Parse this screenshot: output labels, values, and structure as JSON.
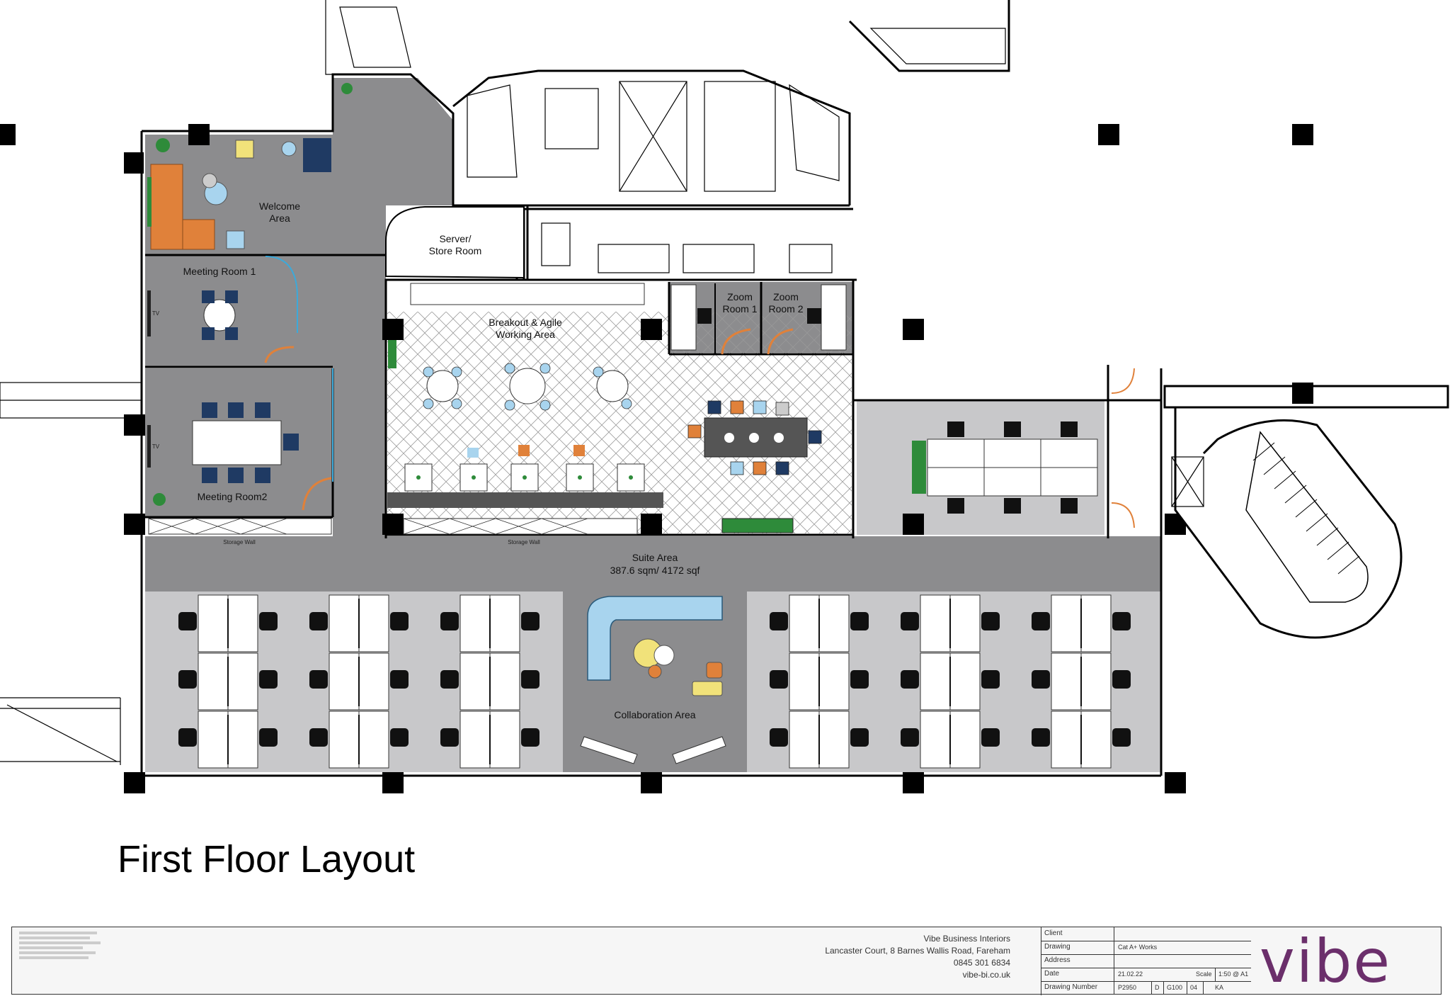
{
  "labels": {
    "welcome_area_1": "Welcome",
    "welcome_area_2": "Area",
    "server_1": "Server/",
    "server_2": "Store Room",
    "meeting_room_1": "Meeting Room 1",
    "meeting_room_2": "Meeting Room2",
    "breakout_1": "Breakout & Agile",
    "breakout_2": "Working Area",
    "zoom1_1": "Zoom",
    "zoom1_2": "Room 1",
    "zoom2_1": "Zoom",
    "zoom2_2": "Room 2",
    "storage_wall_1": "Storage Wall",
    "storage_wall_2": "Storage Wall",
    "suite_area": "Suite Area",
    "suite_size": "387.6 sqm/ 4172 sqf",
    "collaboration_area": "Collaboration Area",
    "tv_1": "TV",
    "tv_2": "TV"
  },
  "page_title": "First Floor Layout",
  "title_block": {
    "company_name": "Vibe Business Interiors",
    "company_address": "Lancaster Court, 8 Barnes Wallis Road, Fareham",
    "company_phone": "0845 301 6834",
    "company_web": "vibe-bi.co.uk",
    "client_label": "Client",
    "client_value": "",
    "drawing_label": "Drawing",
    "drawing_value": "Cat A+ Works",
    "address_label": "Address",
    "address_value": "",
    "date_label": "Date",
    "date_value": "21.02.22",
    "scale_label": "Scale",
    "scale_value": "1:50 @ A1",
    "drawing_number_label": "Drawing Number",
    "drawing_number_parts": [
      "P2950",
      "D",
      "G100",
      "04",
      "KA"
    ],
    "logo_text": "vibe"
  },
  "colors": {
    "floor_dark": "#8c8c8e",
    "floor_light": "#c8c8ca",
    "sofa_orange": "#e0813a",
    "sofa_blue": "#a8d4ee",
    "chair_navy": "#1f3a63",
    "logo_purple": "#6b2f6b"
  }
}
